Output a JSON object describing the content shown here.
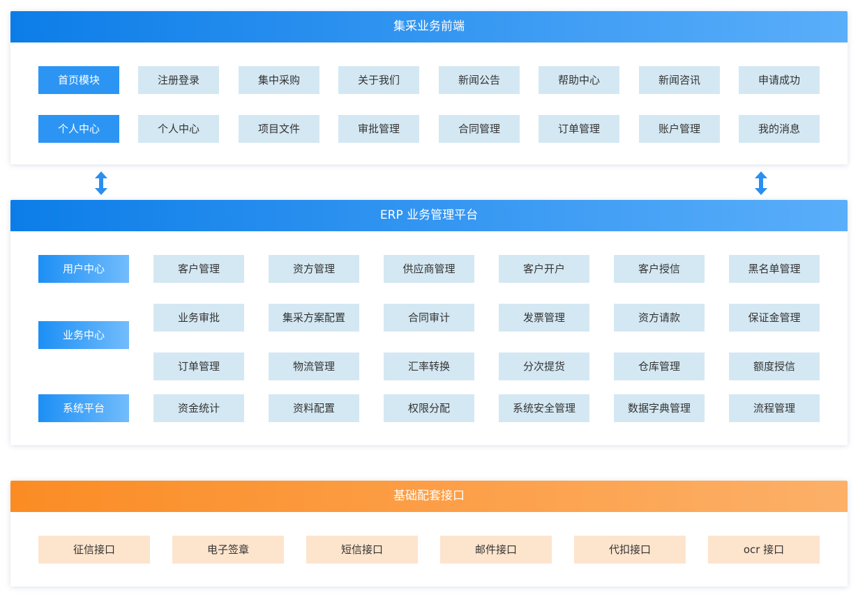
{
  "frontend": {
    "title": "集采业务前端",
    "rows": [
      {
        "category": "首页模块",
        "items": [
          "注册登录",
          "集中采购",
          "关于我们",
          "新闻公告",
          "帮助中心",
          "新闻咨讯",
          "申请成功"
        ]
      },
      {
        "category": "个人中心",
        "items": [
          "个人中心",
          "项目文件",
          "审批管理",
          "合同管理",
          "订单管理",
          "账户管理",
          "我的消息"
        ]
      }
    ]
  },
  "erp": {
    "title": "ERP 业务管理平台",
    "categories": [
      "用户中心",
      "业务中心",
      "系统平台"
    ],
    "rows": [
      [
        "客户管理",
        "资方管理",
        "供应商管理",
        "客户开户",
        "客户授信",
        "黑名单管理"
      ],
      [
        "业务审批",
        "集采方案配置",
        "合同审计",
        "发票管理",
        "资方请款",
        "保证金管理"
      ],
      [
        "订单管理",
        "物流管理",
        "汇率转换",
        "分次提货",
        "仓库管理",
        "额度授信"
      ],
      [
        "资金统计",
        "资料配置",
        "权限分配",
        "系统安全管理",
        "数据字典管理",
        "流程管理"
      ]
    ]
  },
  "base": {
    "title": "基础配套接口",
    "items": [
      "征信接口",
      "电子签章",
      "短信接口",
      "邮件接口",
      "代扣接口",
      "ocr 接口"
    ]
  },
  "colors": {
    "blue_header_start": "#0c7de8",
    "blue_header_end": "#5aaefa",
    "orange_header_start": "#fb8c24",
    "orange_header_end": "#fcb068",
    "light_blue_box": "#d4e8f3",
    "peach_box": "#fde4cd",
    "arrow": "#2b8ff0"
  },
  "icons": [
    "double-arrow-vertical-icon"
  ]
}
